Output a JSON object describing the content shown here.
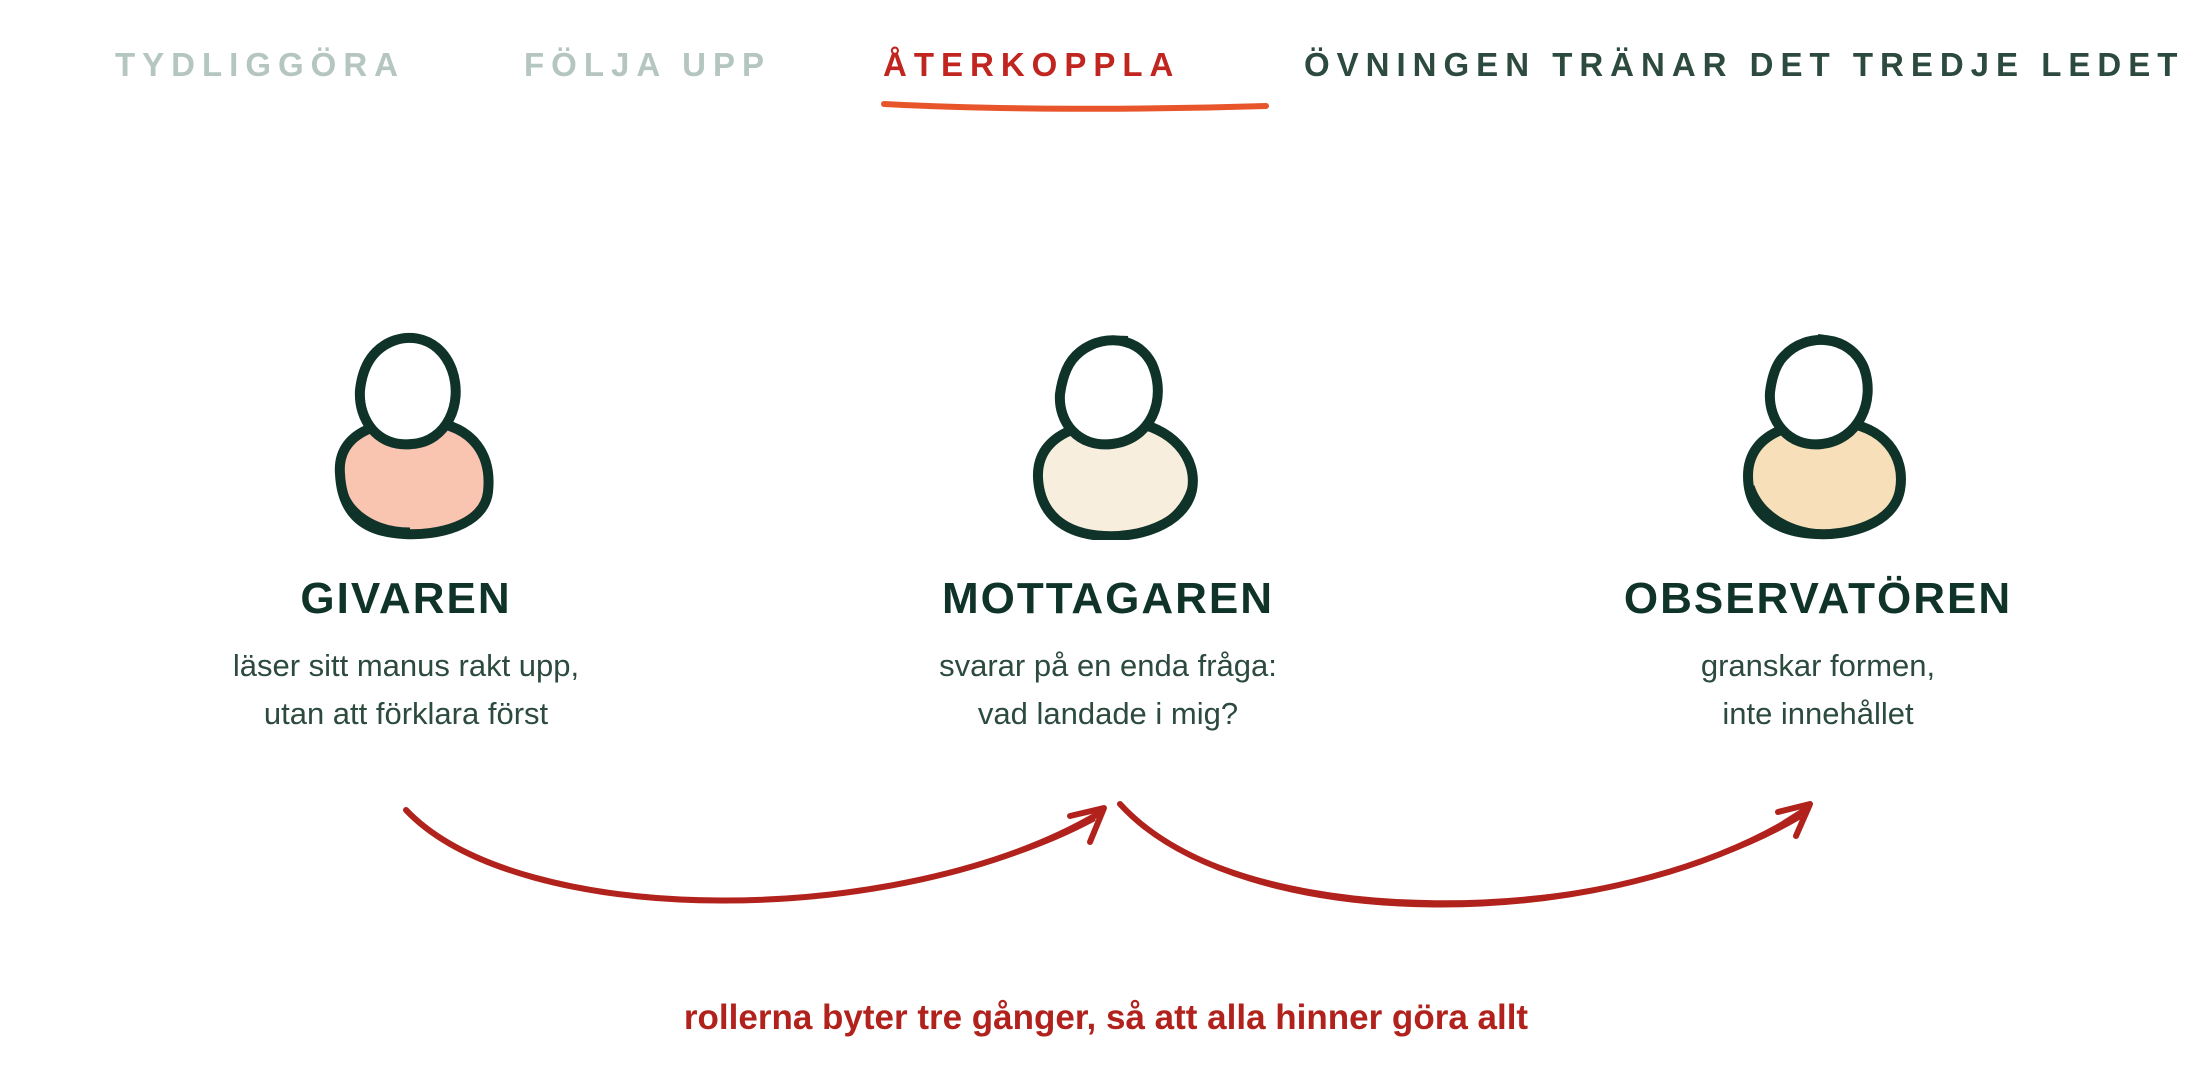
{
  "nav": {
    "items": [
      {
        "label": "TYDLIGGÖRA",
        "state": "inactive"
      },
      {
        "label": "FÖLJA UPP",
        "state": "inactive"
      },
      {
        "label": "ÅTERKOPPLA",
        "state": "active"
      }
    ],
    "heading": "ÖVNINGEN TRÄNAR DET TREDJE LEDET",
    "colors": {
      "inactive": "#b4c6bf",
      "active": "#c0251f",
      "heading": "#2c4a3d",
      "underline": "#e8552b"
    }
  },
  "roles": [
    {
      "name": "GIVAREN",
      "line1": "läser sitt manus rakt upp,",
      "line2": "utan att förklara först",
      "icon": "person-icon",
      "body_color": "#f9c4b0"
    },
    {
      "name": "MOTTAGAREN",
      "line1": "svarar på en enda fråga:",
      "line2": "vad landade i mig?",
      "icon": "person-icon",
      "body_color": "#f8eedd"
    },
    {
      "name": "OBSERVATÖREN",
      "line1": "granskar formen,",
      "line2": "inte innehållet",
      "icon": "person-icon",
      "body_color": "#f6dfb9"
    }
  ],
  "flow": {
    "from_to": [
      [
        "GIVAREN",
        "MOTTAGAREN"
      ],
      [
        "MOTTAGAREN",
        "OBSERVATÖREN"
      ]
    ],
    "color": "#b1221d",
    "icon": "curved-arrow-icon"
  },
  "footer": "rollerna byter tre gånger, så att alla hinner göra allt"
}
